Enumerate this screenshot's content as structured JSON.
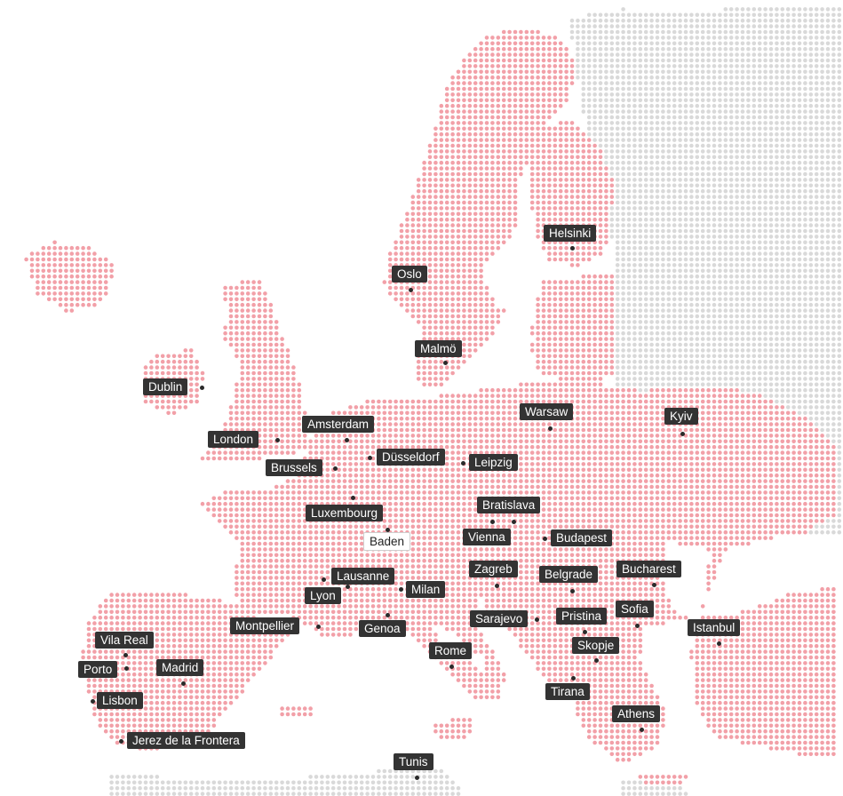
{
  "colors": {
    "region_dot": "#f2a0a8",
    "outside_dot": "#d9d9d9",
    "label_bg": "#333333",
    "label_text": "#ffffff",
    "highlight_label_bg": "#ffffff",
    "highlight_label_text": "#222222",
    "city_dot": "#2a2a2a"
  },
  "cities": [
    {
      "name": "Helsinki",
      "style": "dark"
    },
    {
      "name": "Oslo",
      "style": "dark"
    },
    {
      "name": "Malmö",
      "style": "dark"
    },
    {
      "name": "Dublin",
      "style": "dark"
    },
    {
      "name": "Warsaw",
      "style": "dark"
    },
    {
      "name": "Kyiv",
      "style": "dark"
    },
    {
      "name": "Amsterdam",
      "style": "dark"
    },
    {
      "name": "London",
      "style": "dark"
    },
    {
      "name": "Düsseldorf",
      "style": "dark"
    },
    {
      "name": "Brussels",
      "style": "dark"
    },
    {
      "name": "Leipzig",
      "style": "dark"
    },
    {
      "name": "Bratislava",
      "style": "dark"
    },
    {
      "name": "Luxembourg",
      "style": "dark"
    },
    {
      "name": "Vienna",
      "style": "dark"
    },
    {
      "name": "Budapest",
      "style": "dark"
    },
    {
      "name": "Baden",
      "style": "light"
    },
    {
      "name": "Zagreb",
      "style": "dark"
    },
    {
      "name": "Bucharest",
      "style": "dark"
    },
    {
      "name": "Lausanne",
      "style": "dark"
    },
    {
      "name": "Belgrade",
      "style": "dark"
    },
    {
      "name": "Lyon",
      "style": "dark"
    },
    {
      "name": "Milan",
      "style": "dark"
    },
    {
      "name": "Sofia",
      "style": "dark"
    },
    {
      "name": "Sarajevo",
      "style": "dark"
    },
    {
      "name": "Pristina",
      "style": "dark"
    },
    {
      "name": "Montpellier",
      "style": "dark"
    },
    {
      "name": "Genoa",
      "style": "dark"
    },
    {
      "name": "Istanbul",
      "style": "dark"
    },
    {
      "name": "Vila Real",
      "style": "dark"
    },
    {
      "name": "Skopje",
      "style": "dark"
    },
    {
      "name": "Rome",
      "style": "dark"
    },
    {
      "name": "Madrid",
      "style": "dark"
    },
    {
      "name": "Porto",
      "style": "dark"
    },
    {
      "name": "Tirana",
      "style": "dark"
    },
    {
      "name": "Lisbon",
      "style": "dark"
    },
    {
      "name": "Athens",
      "style": "dark"
    },
    {
      "name": "Jerez de la Frontera",
      "style": "dark"
    },
    {
      "name": "Tunis",
      "style": "dark"
    }
  ]
}
